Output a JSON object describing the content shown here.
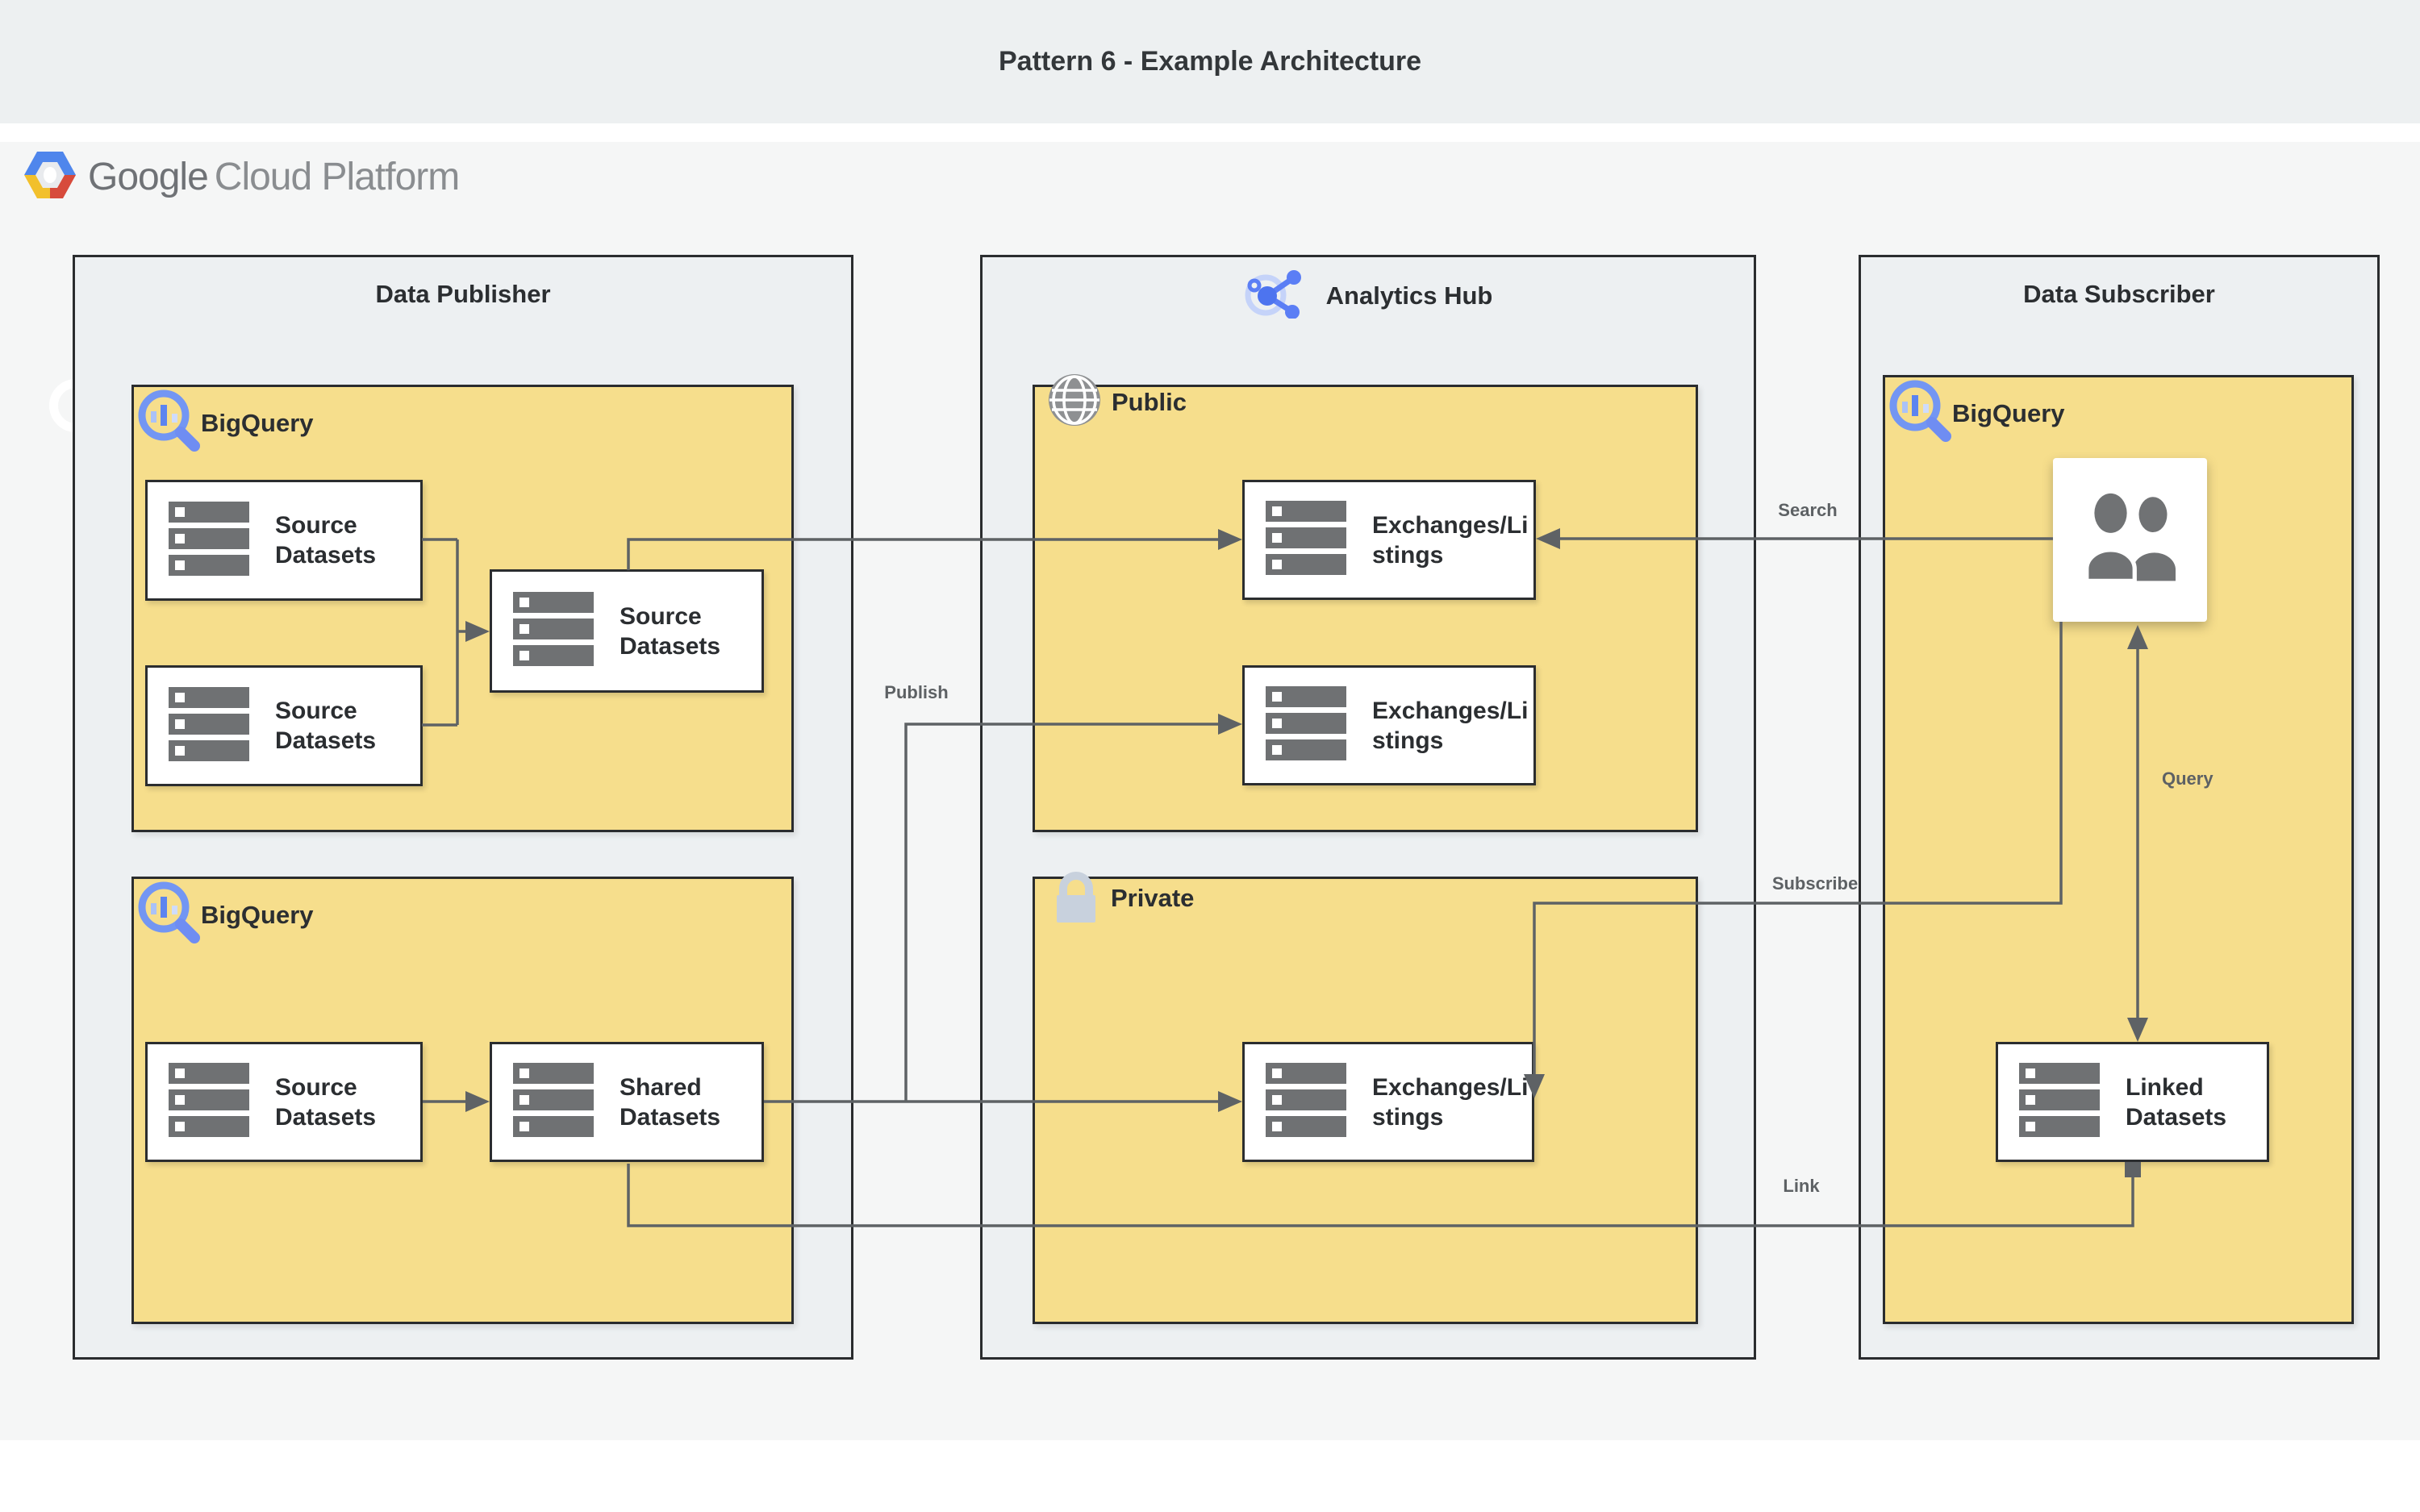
{
  "window": {
    "title": "Pattern 6 - Example Architecture"
  },
  "brand": {
    "name_primary": "Google",
    "name_secondary": "Cloud Platform"
  },
  "publisher": {
    "title": "Data Publisher",
    "bigquery_top": {
      "label": "BigQuery",
      "source_a": "Source Datasets",
      "source_b": "Source Datasets",
      "source_merged": "Source Datasets"
    },
    "bigquery_bottom": {
      "label": "BigQuery",
      "source": "Source Datasets",
      "shared": "Shared Datasets"
    }
  },
  "hub": {
    "title": "Analytics Hub",
    "public": {
      "label": "Public",
      "exchange_top": "Exchanges/Listings",
      "exchange_bottom": "Exchanges/Listings"
    },
    "private": {
      "label": "Private",
      "exchange": "Exchanges/Listings"
    }
  },
  "subscriber": {
    "title": "Data Subscriber",
    "bigquery_label": "BigQuery",
    "linked": "Linked Datasets"
  },
  "edges": {
    "publish": "Publish",
    "search": "Search",
    "subscribe": "Subscribe",
    "query": "Query",
    "link": "Link"
  },
  "colors": {
    "accent_yellow": "#f6de8c",
    "line_gray": "#5e6265",
    "bigquery_blue": "#5c84f0",
    "panel_gray": "#edf0f2",
    "band_gray": "#edf0f1"
  }
}
